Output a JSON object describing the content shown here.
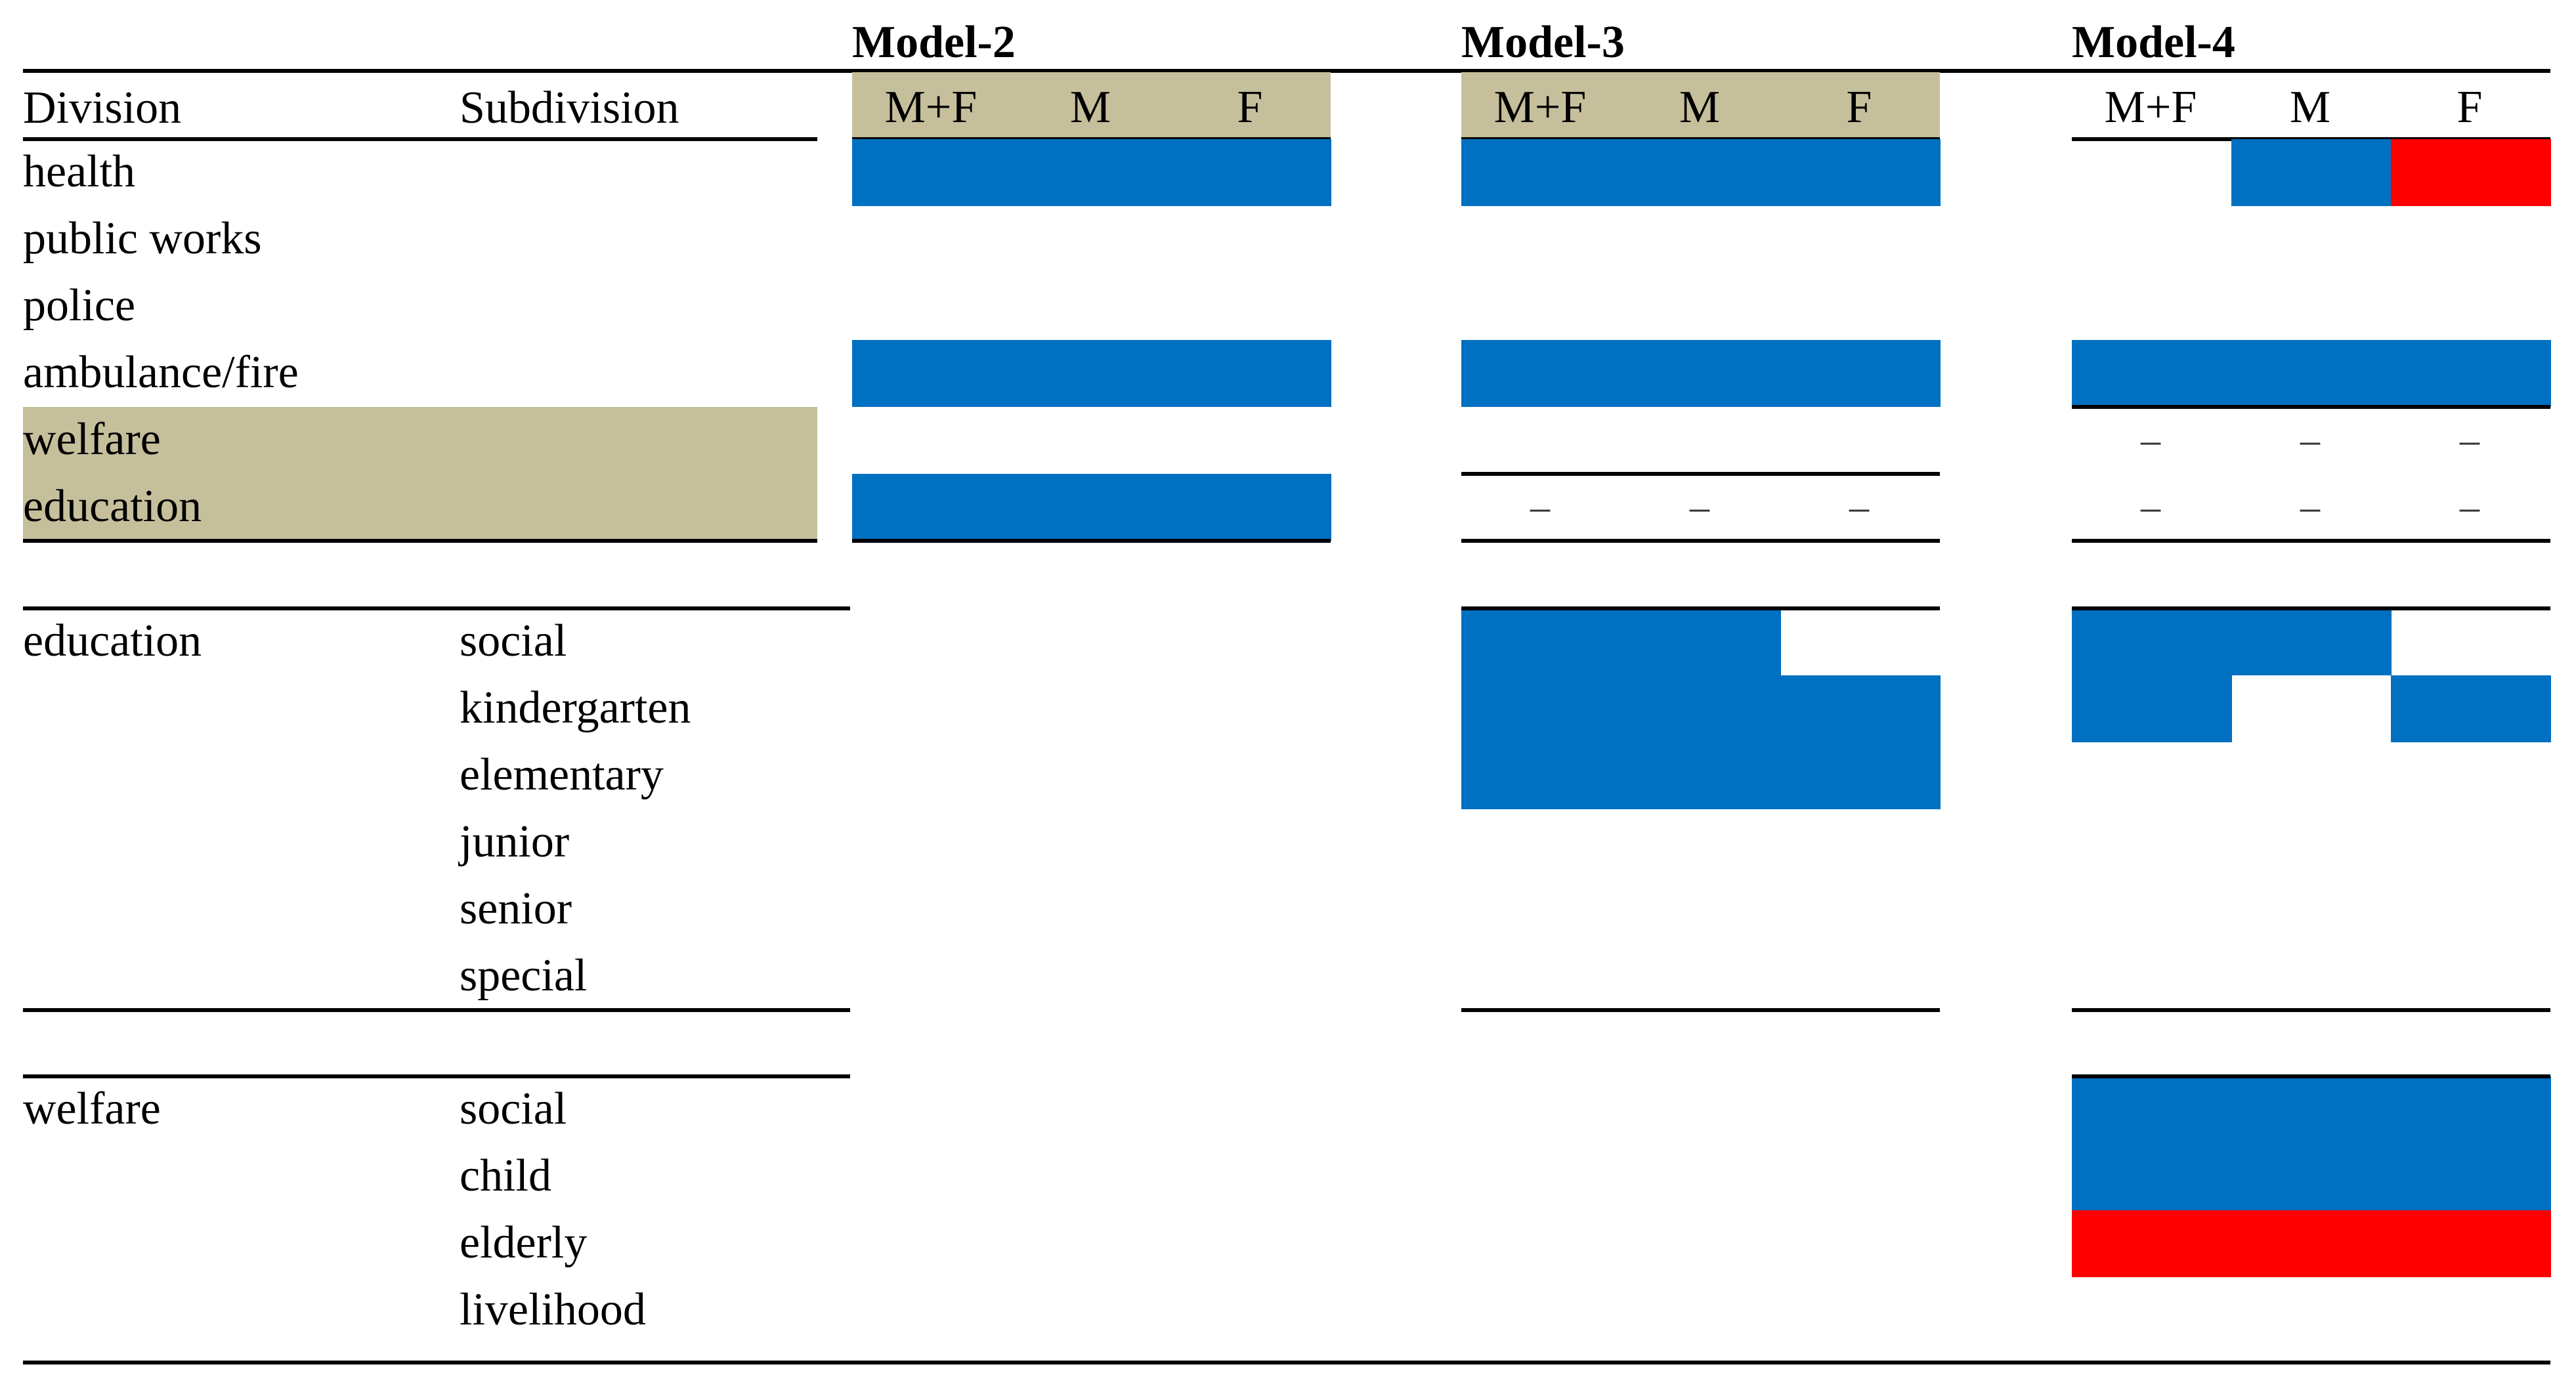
{
  "colors": {
    "header_band": "#c6bf9c",
    "highlight_band": "#c6bf9c",
    "blue": "#0070c0",
    "red": "#ff0000"
  },
  "headers": {
    "division": "Division",
    "subdivision": "Subdivision"
  },
  "models": [
    {
      "title": "Model-2",
      "columns": [
        "M+F",
        "M",
        "F"
      ]
    },
    {
      "title": "Model-3",
      "columns": [
        "M+F",
        "M",
        "F"
      ]
    },
    {
      "title": "Model-4",
      "columns": [
        "M+F",
        "M",
        "F"
      ]
    }
  ],
  "dash_symbol": "–",
  "sections": [
    {
      "id": "top",
      "rows": [
        {
          "division": "health",
          "subdivision": "",
          "cells": [
            [
              "blue",
              "blue",
              "blue"
            ],
            [
              "blue",
              "blue",
              "blue"
            ],
            [
              "",
              "blue",
              "red"
            ]
          ]
        },
        {
          "division": "public works",
          "subdivision": "",
          "cells": [
            [
              "",
              "",
              ""
            ],
            [
              "",
              "",
              ""
            ],
            [
              "",
              "",
              ""
            ]
          ]
        },
        {
          "division": "police",
          "subdivision": "",
          "cells": [
            [
              "",
              "",
              ""
            ],
            [
              "",
              "",
              ""
            ],
            [
              "",
              "",
              ""
            ]
          ]
        },
        {
          "division": "ambulance/fire",
          "subdivision": "",
          "cells": [
            [
              "blue",
              "blue",
              "blue"
            ],
            [
              "blue",
              "blue",
              "blue"
            ],
            [
              "blue",
              "blue",
              "blue"
            ]
          ]
        },
        {
          "division": "welfare",
          "subdivision": "",
          "highlight": true,
          "cells": [
            [
              "",
              "",
              ""
            ],
            [
              "",
              "",
              ""
            ],
            [
              "dash",
              "dash",
              "dash"
            ]
          ]
        },
        {
          "division": "education",
          "subdivision": "",
          "highlight": true,
          "cells": [
            [
              "blue",
              "blue",
              "blue"
            ],
            [
              "dash",
              "dash",
              "dash"
            ],
            [
              "dash",
              "dash",
              "dash"
            ]
          ]
        }
      ]
    },
    {
      "id": "education",
      "rows": [
        {
          "division": "education",
          "subdivision": "social",
          "cells": [
            [
              "",
              "",
              ""
            ],
            [
              "blue",
              "blue",
              ""
            ],
            [
              "blue",
              "blue",
              ""
            ]
          ]
        },
        {
          "division": "",
          "subdivision": "kindergarten",
          "cells": [
            [
              "",
              "",
              ""
            ],
            [
              "blue",
              "blue",
              "blue"
            ],
            [
              "blue",
              "",
              "blue"
            ]
          ]
        },
        {
          "division": "",
          "subdivision": "elementary",
          "cells": [
            [
              "",
              "",
              ""
            ],
            [
              "blue",
              "blue",
              "blue"
            ],
            [
              "",
              "",
              ""
            ]
          ]
        },
        {
          "division": "",
          "subdivision": "junior",
          "cells": [
            [
              "",
              "",
              ""
            ],
            [
              "",
              "",
              ""
            ],
            [
              "",
              "",
              ""
            ]
          ]
        },
        {
          "division": "",
          "subdivision": "senior",
          "cells": [
            [
              "",
              "",
              ""
            ],
            [
              "",
              "",
              ""
            ],
            [
              "",
              "",
              ""
            ]
          ]
        },
        {
          "division": "",
          "subdivision": "special",
          "cells": [
            [
              "",
              "",
              ""
            ],
            [
              "",
              "",
              ""
            ],
            [
              "",
              "",
              ""
            ]
          ]
        }
      ]
    },
    {
      "id": "welfare",
      "rows": [
        {
          "division": "welfare",
          "subdivision": "social",
          "cells": [
            [
              "",
              "",
              ""
            ],
            [
              "",
              "",
              ""
            ],
            [
              "blue",
              "blue",
              "blue"
            ]
          ]
        },
        {
          "division": "",
          "subdivision": "child",
          "cells": [
            [
              "",
              "",
              ""
            ],
            [
              "",
              "",
              ""
            ],
            [
              "blue",
              "blue",
              "blue"
            ]
          ]
        },
        {
          "division": "",
          "subdivision": "elderly",
          "cells": [
            [
              "",
              "",
              ""
            ],
            [
              "",
              "",
              ""
            ],
            [
              "red",
              "red",
              "red"
            ]
          ]
        },
        {
          "division": "",
          "subdivision": "livelihood",
          "cells": [
            [
              "",
              "",
              ""
            ],
            [
              "",
              "",
              ""
            ],
            [
              "",
              "",
              ""
            ]
          ]
        }
      ]
    }
  ]
}
